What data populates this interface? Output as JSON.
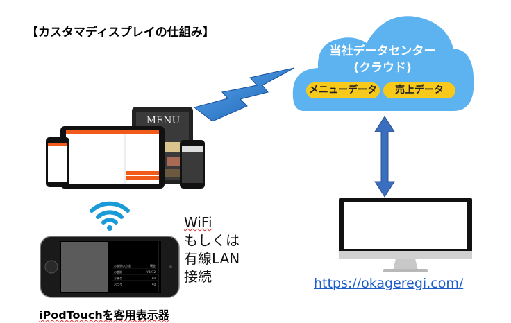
{
  "title": "【カスタマディスプレイの仕組み】",
  "cloud": {
    "title_line1": "当社データセンター",
    "title_line2": "(クラウド)",
    "pills": [
      "メニューデータ",
      "売上データ"
    ],
    "color": "#5db3ef",
    "pill_color": "#f7c91a"
  },
  "connection": {
    "line1": "WiFi",
    "line2": "もしくは",
    "line3": "有線LAN",
    "line4": "接続"
  },
  "ipod": {
    "label": "iPodTouchを客用表示器",
    "screen_rows": [
      {
        "label": "お支払い方法",
        "value": "現金"
      },
      {
        "label": "お会計",
        "value": "¥4212"
      },
      {
        "label": "お預り",
        "value": "¥0"
      },
      {
        "label": "おつり",
        "value": "¥0"
      }
    ]
  },
  "devices": {
    "menu_text": "MENU"
  },
  "link": "https://okageregi.com/",
  "icons": [
    "lightning-bolt-icon",
    "wifi-icon",
    "double-arrow-icon",
    "monitor-icon"
  ]
}
